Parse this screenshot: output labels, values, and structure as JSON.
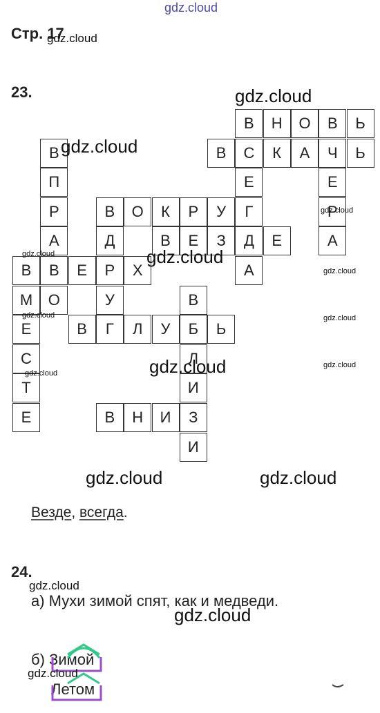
{
  "watermark": "gdz.cloud",
  "page_label": "Стр. 17",
  "task23": {
    "number": "23.",
    "crossword_cells": [
      {
        "r": 0,
        "c": 8,
        "ch": "В"
      },
      {
        "r": 0,
        "c": 9,
        "ch": "Н"
      },
      {
        "r": 0,
        "c": 10,
        "ch": "О"
      },
      {
        "r": 0,
        "c": 11,
        "ch": "В"
      },
      {
        "r": 0,
        "c": 12,
        "ch": "Ь"
      },
      {
        "r": 1,
        "c": 1,
        "ch": "В"
      },
      {
        "r": 1,
        "c": 7,
        "ch": "В"
      },
      {
        "r": 1,
        "c": 8,
        "ch": "С"
      },
      {
        "r": 1,
        "c": 9,
        "ch": "К"
      },
      {
        "r": 1,
        "c": 10,
        "ch": "А"
      },
      {
        "r": 1,
        "c": 11,
        "ch": "Ч"
      },
      {
        "r": 1,
        "c": 12,
        "ch": "Ь"
      },
      {
        "r": 2,
        "c": 1,
        "ch": "П"
      },
      {
        "r": 2,
        "c": 8,
        "ch": "Е"
      },
      {
        "r": 2,
        "c": 11,
        "ch": "Е"
      },
      {
        "r": 3,
        "c": 1,
        "ch": "Р"
      },
      {
        "r": 3,
        "c": 3,
        "ch": "В"
      },
      {
        "r": 3,
        "c": 4,
        "ch": "О"
      },
      {
        "r": 3,
        "c": 5,
        "ch": "К"
      },
      {
        "r": 3,
        "c": 6,
        "ch": "Р"
      },
      {
        "r": 3,
        "c": 7,
        "ch": "У"
      },
      {
        "r": 3,
        "c": 8,
        "ch": "Г"
      },
      {
        "r": 3,
        "c": 11,
        "ch": "Р"
      },
      {
        "r": 4,
        "c": 1,
        "ch": "А"
      },
      {
        "r": 4,
        "c": 3,
        "ch": "Д"
      },
      {
        "r": 4,
        "c": 5,
        "ch": "В"
      },
      {
        "r": 4,
        "c": 6,
        "ch": "Е"
      },
      {
        "r": 4,
        "c": 7,
        "ch": "З"
      },
      {
        "r": 4,
        "c": 8,
        "ch": "Д"
      },
      {
        "r": 4,
        "c": 9,
        "ch": "Е"
      },
      {
        "r": 4,
        "c": 11,
        "ch": "А"
      },
      {
        "r": 5,
        "c": 0,
        "ch": "В"
      },
      {
        "r": 5,
        "c": 1,
        "ch": "В"
      },
      {
        "r": 5,
        "c": 2,
        "ch": "Е"
      },
      {
        "r": 5,
        "c": 3,
        "ch": "Р"
      },
      {
        "r": 5,
        "c": 4,
        "ch": "Х"
      },
      {
        "r": 5,
        "c": 8,
        "ch": "А"
      },
      {
        "r": 6,
        "c": 0,
        "ch": "М"
      },
      {
        "r": 6,
        "c": 1,
        "ch": "О"
      },
      {
        "r": 6,
        "c": 3,
        "ch": "У"
      },
      {
        "r": 6,
        "c": 6,
        "ch": "В"
      },
      {
        "r": 7,
        "c": 0,
        "ch": "Е"
      },
      {
        "r": 7,
        "c": 2,
        "ch": "В"
      },
      {
        "r": 7,
        "c": 3,
        "ch": "Г"
      },
      {
        "r": 7,
        "c": 4,
        "ch": "Л"
      },
      {
        "r": 7,
        "c": 5,
        "ch": "У"
      },
      {
        "r": 7,
        "c": 6,
        "ch": "Б"
      },
      {
        "r": 7,
        "c": 7,
        "ch": "Ь"
      },
      {
        "r": 8,
        "c": 0,
        "ch": "С"
      },
      {
        "r": 8,
        "c": 6,
        "ch": "Л"
      },
      {
        "r": 9,
        "c": 0,
        "ch": "Т"
      },
      {
        "r": 9,
        "c": 6,
        "ch": "И"
      },
      {
        "r": 10,
        "c": 0,
        "ch": "Е"
      },
      {
        "r": 10,
        "c": 3,
        "ch": "В"
      },
      {
        "r": 10,
        "c": 4,
        "ch": "Н"
      },
      {
        "r": 10,
        "c": 5,
        "ch": "И"
      },
      {
        "r": 10,
        "c": 6,
        "ch": "З"
      },
      {
        "r": 11,
        "c": 6,
        "ch": "И"
      }
    ],
    "answer": {
      "word1": "Везде",
      "sep": ", ",
      "word2": "всегда",
      "end": "."
    }
  },
  "task24": {
    "number": "24.",
    "line_a": "а) Мухи зимой спят, как и медведи.",
    "line_b_prefix": "б) ",
    "word1": "Зимой",
    "word2": "Летом",
    "colors": {
      "green": "#2fc98a",
      "purple": "#9a4fc9"
    }
  }
}
